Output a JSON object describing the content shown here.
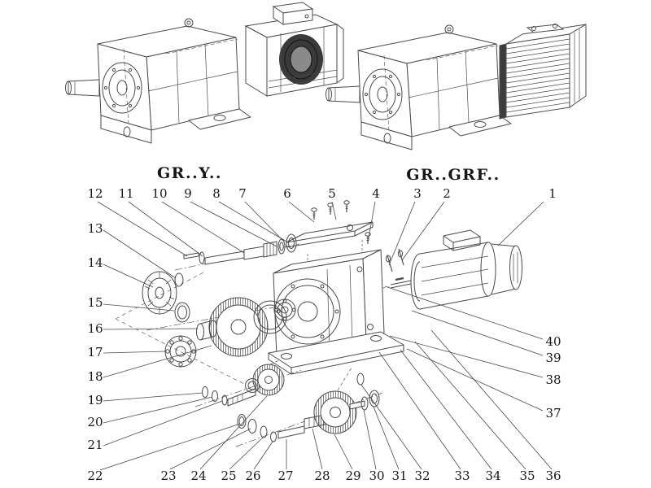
{
  "colors": {
    "background": "#ffffff",
    "line": "#4a4a4a",
    "dark_fill": "#3a3a3a"
  },
  "variants": [
    {
      "label": "GR..Y.."
    },
    {
      "label": "GR..GRF.."
    }
  ],
  "callouts": {
    "1": "1",
    "2": "2",
    "3": "3",
    "4": "4",
    "5": "5",
    "6": "6",
    "7": "7",
    "8": "8",
    "9": "9",
    "10": "10",
    "11": "11",
    "12": "12",
    "13": "13",
    "14": "14",
    "15": "15",
    "16": "16",
    "17": "17",
    "18": "18",
    "19": "19",
    "20": "20",
    "21": "21",
    "22": "22",
    "23": "23",
    "24": "24",
    "25": "25",
    "26": "26",
    "27": "27",
    "28": "28",
    "29": "29",
    "30": "30",
    "31": "31",
    "32": "32",
    "33": "33",
    "34": "34",
    "35": "35",
    "36": "36",
    "37": "37",
    "38": "38",
    "39": "39",
    "40": "40"
  }
}
